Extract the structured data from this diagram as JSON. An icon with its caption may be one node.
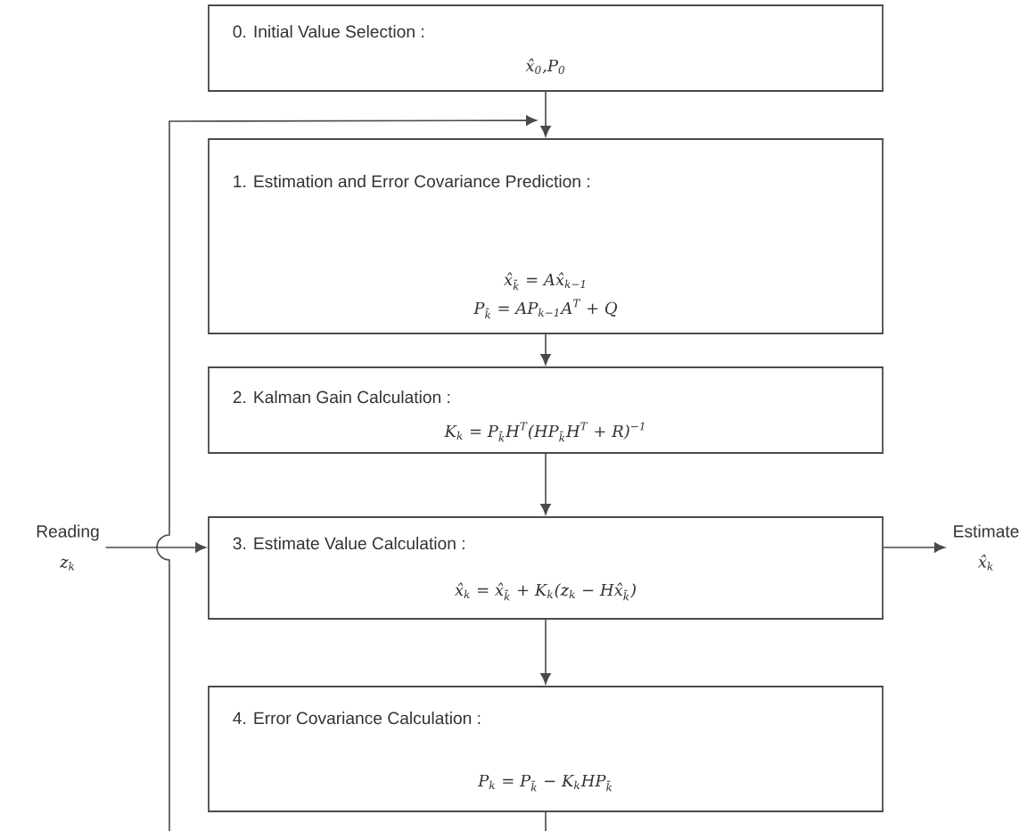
{
  "diagram": {
    "nodes": [
      {
        "text": [
          "0. Initial Value Selection :",
          "x̂$_{0}$,P$_{0}$"
        ]
      },
      {
        "text": [
          "1. Estimation and Error Covariance Prediction :",
          "x̂$_{k̄}$ = Ax̂$_{k−1}$",
          "P$_{k̄}$ = AP$_{k−1}$A$^{T}$ + Q"
        ]
      },
      {
        "text": [
          "2. Kalman Gain Calculation :",
          "K$_{k}$ = P$_{k̄}$H$^{T}$(HP$_{k̄}$H$^{T}$ + R)$^{−1}$"
        ]
      },
      {
        "text": [
          "3. Estimate Value Calculation :",
          "x̂$_{k}$ = x̂$_{k̄}$ + K$_{k}$(z$_{k}$ − Hx̂$_{k̄}$)"
        ]
      },
      {
        "text": [
          "4. Error Covariance Calculation :",
          "P$_{k}$ = P$_{k̄}$ − K$_{k}$HP$_{k̄}$"
        ]
      },
      {
        "text": [
          "Reading",
          "z$_{k}$"
        ]
      },
      {
        "text": [
          "Estimate",
          "x̂$_{k}$"
        ]
      }
    ],
    "edges": [
      {
        "from": 0,
        "to": 1,
        "arrow": "to"
      },
      {
        "from": 1,
        "to": 2,
        "arrow": "to"
      },
      {
        "from": 2,
        "to": 3,
        "arrow": "to"
      },
      {
        "from": 3,
        "to": 4,
        "arrow": "to"
      },
      {
        "from": 4,
        "to": null,
        "arrow": "none"
      },
      {
        "from": null,
        "to": 1,
        "arrow": "to"
      },
      {
        "from": 5,
        "to": 3,
        "arrow": "to"
      },
      {
        "from": 3,
        "to": 6,
        "arrow": "to"
      }
    ]
  }
}
